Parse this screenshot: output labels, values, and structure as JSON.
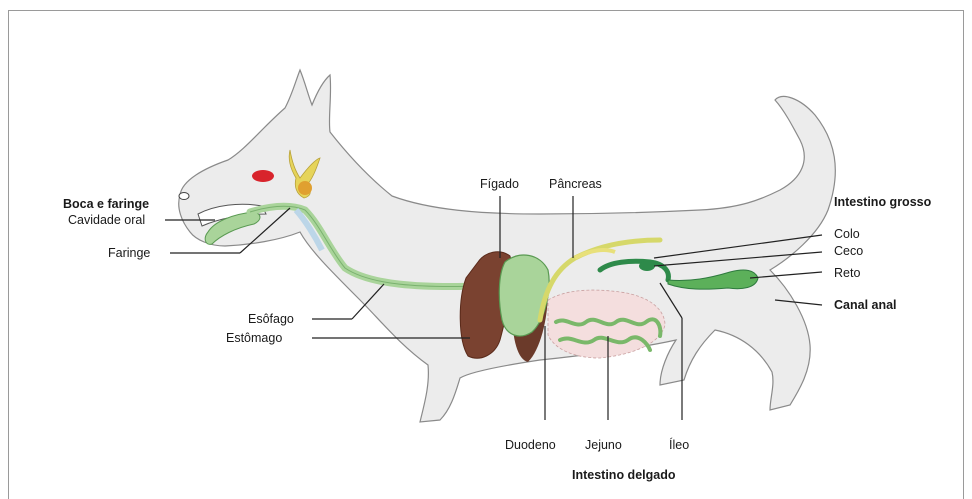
{
  "labels": {
    "boca_faringe": "Boca e faringe",
    "cavidade_oral": "Cavidade oral",
    "faringe": "Faringe",
    "esofago": "Esôfago",
    "estomago": "Estômago",
    "figado": "Fígado",
    "pancreas": "Pâncreas",
    "intestino_grosso": "Intestino grosso",
    "colo": "Colo",
    "ceco": "Ceco",
    "reto": "Reto",
    "canal_anal": "Canal anal",
    "duodeno": "Duodeno",
    "jejuno": "Jejuno",
    "ileo": "Íleo",
    "intestino_delgado": "Intestino delgado"
  },
  "colors": {
    "body": "#ececec",
    "body_outline": "#8a8a8a",
    "tract": "#a9d49a",
    "tract_dark": "#5a9a52",
    "liver": "#6b3a2a",
    "pancreas": "#e8e07a",
    "colon": "#2e8a4a",
    "gland": "#e6d45a",
    "mouth_red": "#d8242c"
  }
}
